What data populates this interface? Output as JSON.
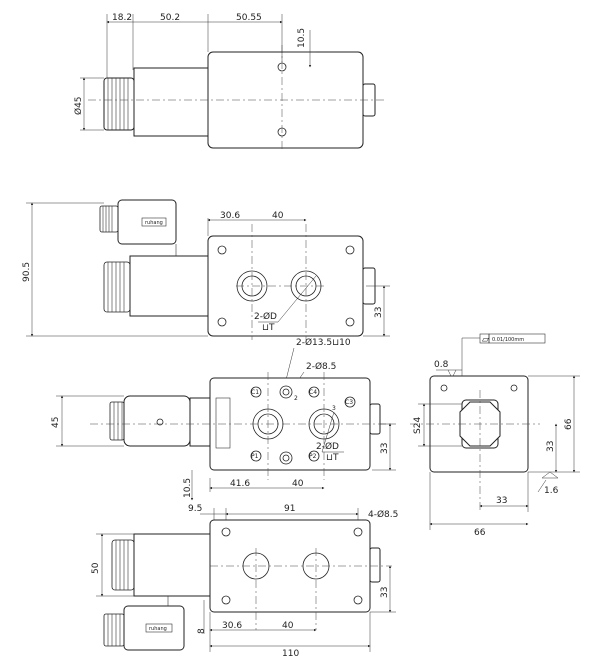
{
  "top_view": {
    "dims": [
      "18.2",
      "50.2",
      "50.55",
      "10.5",
      "Ø45"
    ]
  },
  "front_view": {
    "dims": [
      "30.6",
      "40",
      "90.5",
      "33"
    ],
    "bore_callout": "2-ØD",
    "bore_callout_sub": "⊔T",
    "nameplate": "ruhang"
  },
  "section_view": {
    "callouts": [
      "2-Ø13.5⊔10",
      "2-Ø8.5"
    ],
    "ports": [
      "C1",
      "C4",
      "C3",
      "P1",
      "P2"
    ],
    "port_marks": [
      "2",
      "3"
    ],
    "dims": [
      "45",
      "10.5",
      "41.6",
      "40",
      "33"
    ],
    "bore_callout": "2-ØD",
    "bore_callout_sub": "⊔T"
  },
  "side_view": {
    "flatness_value": "0.01/100mm",
    "roughness_top": "0.8",
    "roughness_bottom": "1.6",
    "dims": [
      "S24",
      "66",
      "33",
      "33",
      "66"
    ]
  },
  "bottom_view": {
    "dims": [
      "9.5",
      "91",
      "4-Ø8.5",
      "50",
      "33",
      "30.6",
      "40",
      "8",
      "110"
    ],
    "nameplate": "ruhang"
  }
}
